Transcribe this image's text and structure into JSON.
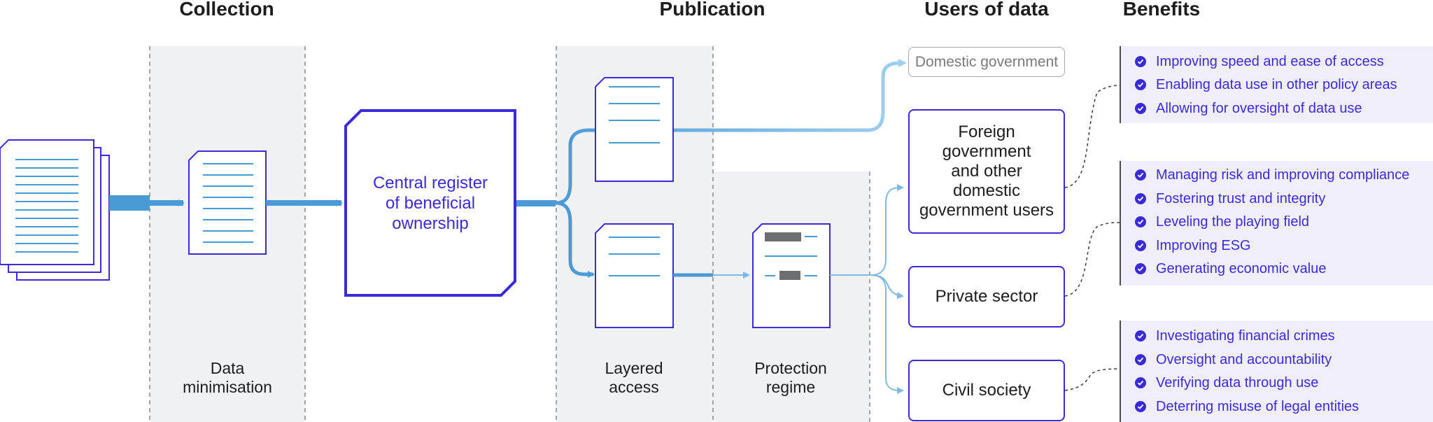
{
  "headers": {
    "collection": "Collection",
    "publication": "Publication",
    "users": "Users of data",
    "benefits": "Benefits"
  },
  "labels": {
    "data_minimisation": "Data\nminimisation",
    "layered_access": "Layered\naccess",
    "protection_regime": "Protection\nregime",
    "central_register": "Central register\nof beneficial\nownership"
  },
  "users": {
    "domestic_government": "Domestic government",
    "foreign_government": "Foreign\ngovernment\nand other\ndomestic\ngovernment users",
    "private_sector": "Private sector",
    "civil_society": "Civil society"
  },
  "benefits": {
    "group1": [
      "Improving speed and ease of access",
      "Enabling data use in other policy areas",
      "Allowing for oversight of data use"
    ],
    "group2": [
      "Managing risk and improving compliance",
      "Fostering trust and integrity",
      "Leveling the playing field",
      "Improving ESG",
      "Generating economic value"
    ],
    "group3": [
      "Investigating financial crimes",
      "Oversight and accountability",
      "Verifying data through use",
      "Deterring misuse of legal entities"
    ]
  },
  "colors": {
    "accent": "#3b2ad8",
    "arrow": "#4a9ad6",
    "arrow_light": "#8cc4ea",
    "band": "#f0f1f3",
    "benefit_bg": "#efeefa",
    "redaction": "#6d6e71"
  }
}
